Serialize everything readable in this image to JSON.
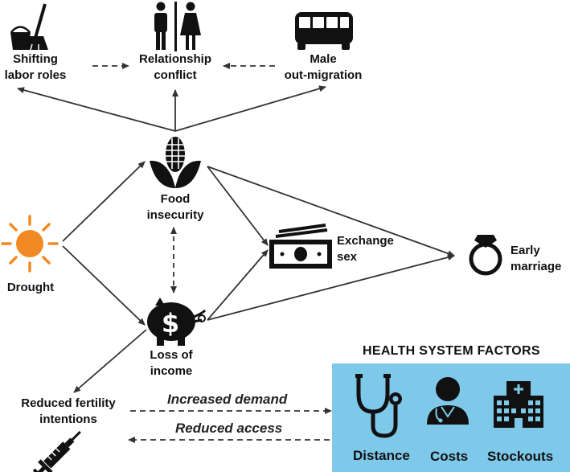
{
  "nodes": {
    "shifting_labor": [
      "Shifting",
      "labor roles"
    ],
    "relationship_conflict": [
      "Relationship",
      "conflict"
    ],
    "male_migration": [
      "Male",
      "out-migration"
    ],
    "food_insecurity": [
      "Food",
      "insecurity"
    ],
    "drought": "Drought",
    "exchange_sex": [
      "Exchange",
      "sex"
    ],
    "early_marriage": [
      "Early",
      "marriage"
    ],
    "loss_income": [
      "Loss of",
      "income"
    ],
    "reduced_fertility": [
      "Reduced fertility",
      "intentions"
    ]
  },
  "edge_labels": {
    "increased_demand": "Increased demand",
    "reduced_access": "Reduced access"
  },
  "health_system": {
    "title": "HEALTH SYSTEM FACTORS",
    "items": [
      "Distance",
      "Costs",
      "Stockouts"
    ]
  },
  "icons": {
    "shifting_labor": "bucket-mop-icon",
    "relationship_conflict": "man-woman-restroom-icon",
    "male_migration": "bus-icon",
    "food_insecurity": "corn-icon",
    "drought": "sun-icon",
    "exchange_sex": "money-icon",
    "early_marriage": "ring-icon",
    "loss_income": "piggy-bank-icon",
    "reduced_fertility": "syringe-icon",
    "distance": "stethoscope-icon",
    "costs": "doctor-icon",
    "stockouts": "hospital-icon"
  },
  "colors": {
    "sun": "#f28a24",
    "health_box": "#7ec9ea",
    "stroke": "#333333"
  }
}
